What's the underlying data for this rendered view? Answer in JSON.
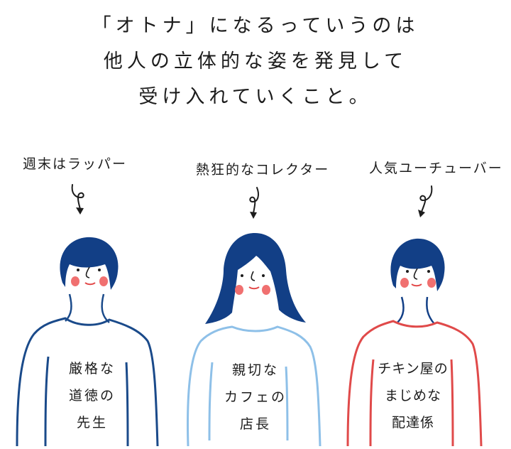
{
  "headline": {
    "lines": [
      "「オトナ」になるっていうのは",
      "他人の立体的な姿を発見して",
      "受け入れていくこと。"
    ]
  },
  "colors": {
    "ink": "#1c1c1c",
    "hair_navy": "#123f86",
    "shirt_navy": "#1a4a8a",
    "shirt_lightblue": "#8ec0e8",
    "shirt_red": "#e04a4a",
    "cheek": "#f07070",
    "mouth": "#e24646"
  },
  "people": [
    {
      "label": "週末はラッパー",
      "shirt_lines": [
        "厳格な",
        "道徳の",
        "先生"
      ],
      "hair": "short",
      "shirt_color": "#1a4a8a"
    },
    {
      "label": "熱狂的なコレクター",
      "shirt_lines": [
        "親切な",
        "カフェの",
        "店長"
      ],
      "hair": "long",
      "shirt_color": "#8ec0e8"
    },
    {
      "label": "人気ユーチューバー",
      "shirt_lines": [
        "チキン屋の",
        "まじめな",
        "配達係"
      ],
      "hair": "short",
      "shirt_color": "#e04a4a"
    }
  ]
}
